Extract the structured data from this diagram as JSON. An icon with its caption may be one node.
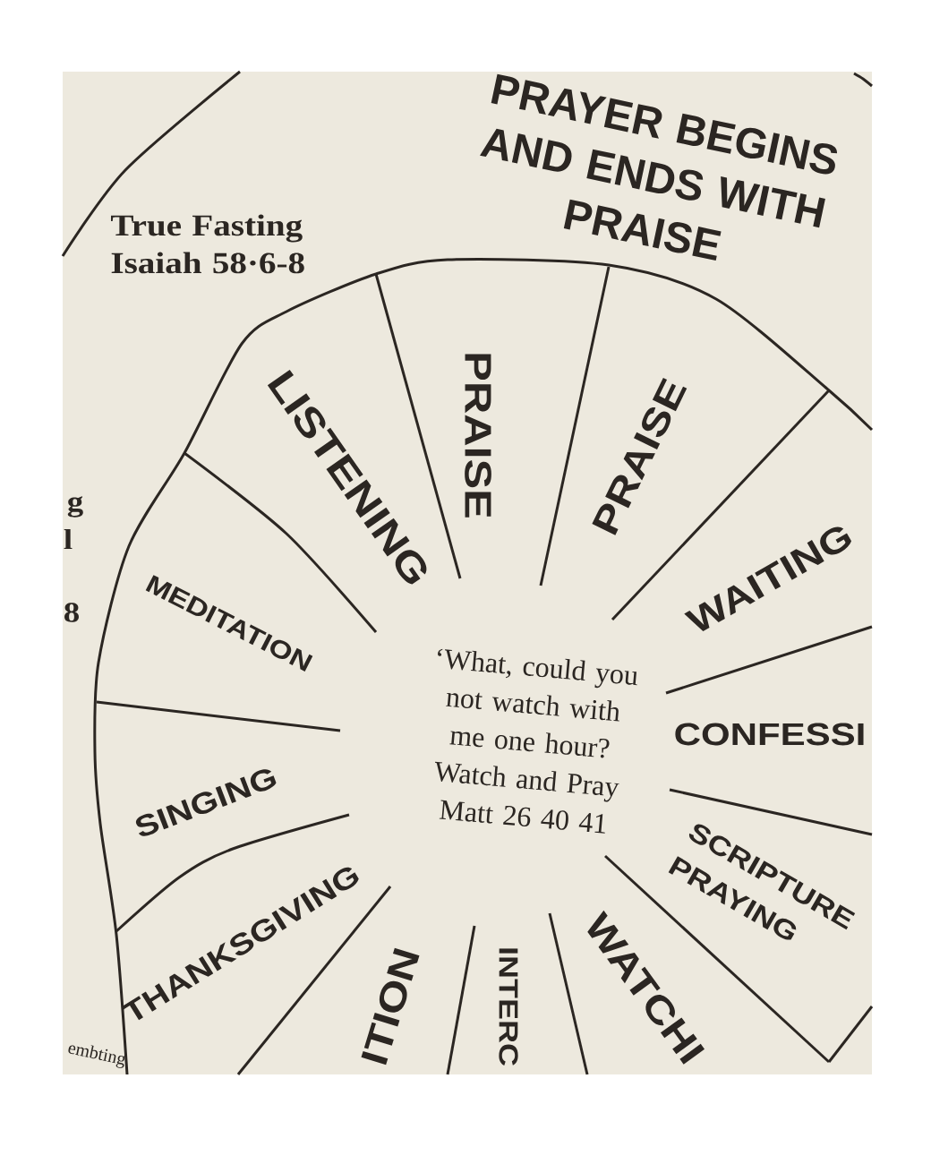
{
  "diagram": {
    "title": "PRAYER BEGINS AND ENDS WITH PRAISE",
    "nodes": [
      {
        "text": [
          "LISTENING"
        ]
      },
      {
        "text": [
          "PRAISE"
        ]
      },
      {
        "text": [
          "PRAISE"
        ]
      },
      {
        "text": [
          "WAITING"
        ]
      },
      {
        "text": [
          "CONFESSI"
        ]
      },
      {
        "text": [
          "SCRIPTURE PRAYING"
        ]
      },
      {
        "text": [
          "WATCHI"
        ]
      },
      {
        "text": [
          "INTERC"
        ]
      },
      {
        "text": [
          "ITION"
        ]
      },
      {
        "text": [
          "THANKSGIVING"
        ]
      },
      {
        "text": [
          "SINGING"
        ]
      },
      {
        "text": [
          "MEDITATION"
        ]
      },
      {
        "text": [
          "‘What, could you not watch with me one hour?",
          "Watch and Pray Matt 26 40 41"
        ]
      }
    ],
    "labels": [
      "True Fasting Isaiah 58·6-8",
      "g",
      "l",
      "8",
      "embting"
    ]
  }
}
